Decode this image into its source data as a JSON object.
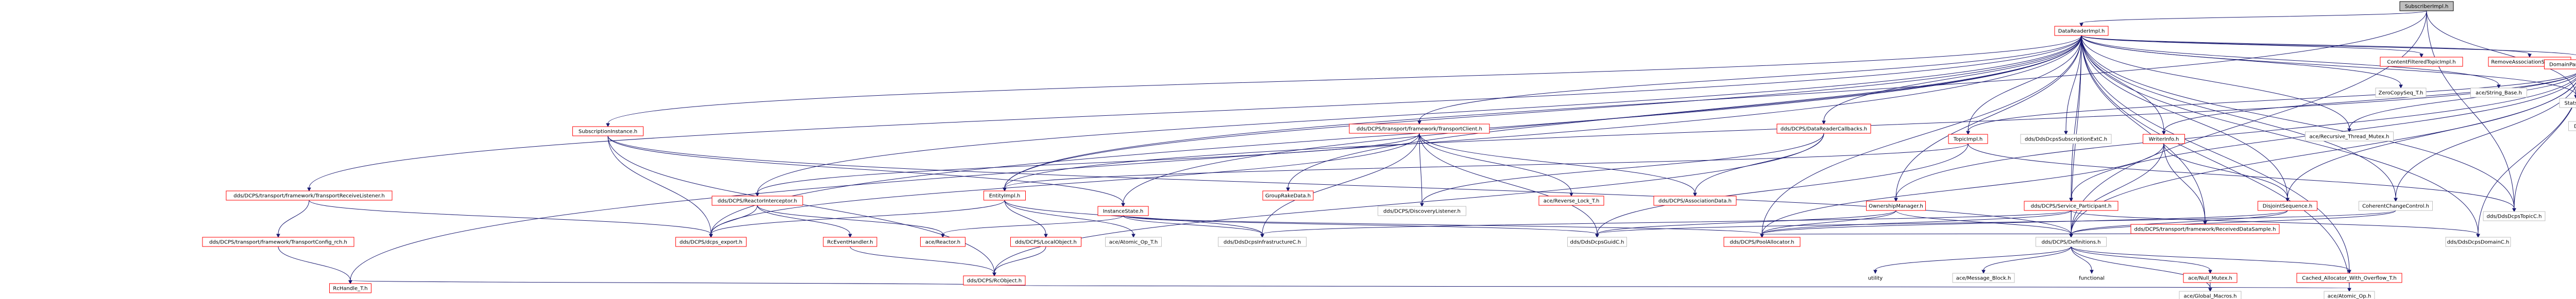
{
  "graph": {
    "root": "SubscriberImpl.h",
    "colors": {
      "root_fill": "#bfbfbf",
      "node_fill": "#ffffff",
      "node_stroke_linked": "#ff0000",
      "node_stroke_plain": "#bfbfbf",
      "node_stroke_root": "#000000",
      "text_linked": "#000000",
      "edge": "#191970"
    },
    "nodes": [
      {
        "id": "root",
        "label": "SubscriberImpl.h",
        "kind": "root"
      },
      {
        "id": "drimpl",
        "label": "DataReaderImpl.h",
        "kind": "linked"
      },
      {
        "id": "cftimpl",
        "label": "ContentFilteredTopicImpl.h",
        "kind": "linked"
      },
      {
        "id": "remassoc",
        "label": "RemoveAssociationSweeper.h",
        "kind": "linked"
      },
      {
        "id": "dpimpl",
        "label": "DomainParticipantImpl.h",
        "kind": "linked"
      },
      {
        "id": "zcseq",
        "label": "ZeroCopySeq_T.h",
        "kind": "plain"
      },
      {
        "id": "strbase",
        "label": "ace/String_Base.h",
        "kind": "plain"
      },
      {
        "id": "stats",
        "label": "Stats_T.h",
        "kind": "plain"
      },
      {
        "id": "datacol",
        "label": "DataCollector_T.h",
        "kind": "plain"
      },
      {
        "id": "subinst",
        "label": "SubscriptionInstance.h",
        "kind": "linked"
      },
      {
        "id": "transclient",
        "label": "dds/DCPS/transport/framework/TransportClient.h",
        "kind": "linked"
      },
      {
        "id": "drcb",
        "label": "dds/DCPS/DataReaderCallbacks.h",
        "kind": "linked"
      },
      {
        "id": "topicimpl",
        "label": "TopicImpl.h",
        "kind": "linked"
      },
      {
        "id": "subext",
        "label": "dds/DdsDcpsSubscriptionExtC.h",
        "kind": "plain"
      },
      {
        "id": "wrt",
        "label": "WriterInfo.h",
        "kind": "linked"
      },
      {
        "id": "recmutex",
        "label": "ace/Recursive_Thread_Mutex.h",
        "kind": "plain"
      },
      {
        "id": "trl",
        "label": "dds/DCPS/transport/framework/TransportReceiveListener.h",
        "kind": "linked"
      },
      {
        "id": "reactori",
        "label": "dds/DCPS/ReactorInterceptor.h",
        "kind": "linked"
      },
      {
        "id": "entity",
        "label": "EntityImpl.h",
        "kind": "linked"
      },
      {
        "id": "inst",
        "label": "InstanceState.h",
        "kind": "linked"
      },
      {
        "id": "grp",
        "label": "GroupRakeData.h",
        "kind": "linked"
      },
      {
        "id": "disclist",
        "label": "dds/DCPS/DiscoveryListener.h",
        "kind": "plain"
      },
      {
        "id": "revlock",
        "label": "ace/Reverse_Lock_T.h",
        "kind": "linked"
      },
      {
        "id": "assocdata",
        "label": "dds/DCPS/AssociationData.h",
        "kind": "linked"
      },
      {
        "id": "owner",
        "label": "OwnershipManager.h",
        "kind": "linked"
      },
      {
        "id": "svcpart",
        "label": "dds/DCPS/Service_Participant.h",
        "kind": "linked"
      },
      {
        "id": "rds",
        "label": "dds/DCPS/transport/framework/ReceivedDataSample.h",
        "kind": "linked"
      },
      {
        "id": "disjoint",
        "label": "DisjointSequence.h",
        "kind": "linked"
      },
      {
        "id": "coherent",
        "label": "CoherentChangeControl.h",
        "kind": "plain"
      },
      {
        "id": "topicc",
        "label": "dds/DdsDcpsTopicC.h",
        "kind": "plain"
      },
      {
        "id": "tcfg",
        "label": "dds/DCPS/transport/framework/TransportConfig_rch.h",
        "kind": "linked"
      },
      {
        "id": "export",
        "label": "dds/DCPS/dcps_export.h",
        "kind": "linked"
      },
      {
        "id": "rcevt",
        "label": "RcEventHandler.h",
        "kind": "linked"
      },
      {
        "id": "reactor",
        "label": "ace/Reactor.h",
        "kind": "linked"
      },
      {
        "id": "localobj",
        "label": "dds/DCPS/LocalObject.h",
        "kind": "linked"
      },
      {
        "id": "atomic",
        "label": "ace/Atomic_Op_T.h",
        "kind": "plain"
      },
      {
        "id": "infra",
        "label": "dds/DdsDcpsInfrastructureC.h",
        "kind": "plain"
      },
      {
        "id": "guid",
        "label": "dds/DdsDcpsGuidC.h",
        "kind": "plain"
      },
      {
        "id": "pool",
        "label": "dds/DCPS/PoolAllocator.h",
        "kind": "linked"
      },
      {
        "id": "defs",
        "label": "dds/DCPS/Definitions.h",
        "kind": "plain"
      },
      {
        "id": "domainc",
        "label": "dds/DdsDcpsDomainC.h",
        "kind": "plain"
      },
      {
        "id": "rcobj",
        "label": "dds/DCPS/RcObject.h",
        "kind": "linked"
      },
      {
        "id": "rchandle",
        "label": "RcHandle_T.h",
        "kind": "linked"
      },
      {
        "id": "utility",
        "label": "utility",
        "kind": "none"
      },
      {
        "id": "msgblock",
        "label": "ace/Message_Block.h",
        "kind": "plain"
      },
      {
        "id": "functional",
        "label": "functional",
        "kind": "none"
      },
      {
        "id": "nullmutex",
        "label": "ace/Null_Mutex.h",
        "kind": "linked"
      },
      {
        "id": "cached",
        "label": "Cached_Allocator_With_Overflow_T.h",
        "kind": "linked"
      },
      {
        "id": "globalmac",
        "label": "ace/Global_Macros.h",
        "kind": "plain"
      },
      {
        "id": "atomicop",
        "label": "ace/Atomic_Op.h",
        "kind": "plain"
      }
    ],
    "edges": [
      [
        "root",
        "drimpl"
      ],
      [
        "root",
        "entity"
      ],
      [
        "root",
        "stats"
      ],
      [
        "root",
        "defs"
      ],
      [
        "root",
        "topicc"
      ],
      [
        "drimpl",
        "cftimpl"
      ],
      [
        "drimpl",
        "remassoc"
      ],
      [
        "drimpl",
        "dpimpl"
      ],
      [
        "drimpl",
        "zcseq"
      ],
      [
        "drimpl",
        "strbase"
      ],
      [
        "drimpl",
        "stats"
      ],
      [
        "drimpl",
        "subinst"
      ],
      [
        "drimpl",
        "transclient"
      ],
      [
        "drimpl",
        "drcb"
      ],
      [
        "drimpl",
        "topicimpl"
      ],
      [
        "drimpl",
        "subext"
      ],
      [
        "drimpl",
        "wrt"
      ],
      [
        "drimpl",
        "recmutex"
      ],
      [
        "drimpl",
        "trl"
      ],
      [
        "drimpl",
        "reactori"
      ],
      [
        "drimpl",
        "entity"
      ],
      [
        "drimpl",
        "inst"
      ],
      [
        "drimpl",
        "grp"
      ],
      [
        "drimpl",
        "owner"
      ],
      [
        "drimpl",
        "svcpart"
      ],
      [
        "drimpl",
        "disjoint"
      ],
      [
        "drimpl",
        "coherent"
      ],
      [
        "drimpl",
        "topicc"
      ],
      [
        "drimpl",
        "rds"
      ],
      [
        "drimpl",
        "export"
      ],
      [
        "drimpl",
        "pool"
      ],
      [
        "drimpl",
        "defs"
      ],
      [
        "drimpl",
        "domainc"
      ],
      [
        "drimpl",
        "rchandle"
      ],
      [
        "drimpl",
        "cached"
      ],
      [
        "drimpl",
        "atomicop"
      ],
      [
        "dpimpl",
        "wrt"
      ],
      [
        "dpimpl",
        "topicimpl"
      ],
      [
        "dpimpl",
        "recmutex"
      ],
      [
        "dpimpl",
        "owner"
      ],
      [
        "dpimpl",
        "svcpart"
      ],
      [
        "dpimpl",
        "disjoint"
      ],
      [
        "dpimpl",
        "coherent"
      ],
      [
        "dpimpl",
        "defs"
      ],
      [
        "dpimpl",
        "domainc"
      ],
      [
        "dpimpl",
        "entity"
      ],
      [
        "dpimpl",
        "topicc"
      ],
      [
        "stats",
        "datacol"
      ],
      [
        "subinst",
        "inst"
      ],
      [
        "subinst",
        "export"
      ],
      [
        "subinst",
        "rcobj"
      ],
      [
        "subinst",
        "defs"
      ],
      [
        "transclient",
        "reactori"
      ],
      [
        "transclient",
        "revlock"
      ],
      [
        "transclient",
        "assocdata"
      ],
      [
        "transclient",
        "disclist"
      ],
      [
        "transclient",
        "export"
      ],
      [
        "transclient",
        "infra"
      ],
      [
        "transclient",
        "guid"
      ],
      [
        "drcb",
        "disclist"
      ],
      [
        "drcb",
        "assocdata"
      ],
      [
        "drcb",
        "rcobj"
      ],
      [
        "topicimpl",
        "entity"
      ],
      [
        "topicimpl",
        "topicc"
      ],
      [
        "topicimpl",
        "guid"
      ],
      [
        "wrt",
        "rds"
      ],
      [
        "wrt",
        "disjoint"
      ],
      [
        "wrt",
        "pool"
      ],
      [
        "wrt",
        "defs"
      ],
      [
        "trl",
        "tcfg"
      ],
      [
        "trl",
        "export"
      ],
      [
        "reactori",
        "rcevt"
      ],
      [
        "reactori",
        "reactor"
      ],
      [
        "reactori",
        "export"
      ],
      [
        "entity",
        "localobj"
      ],
      [
        "entity",
        "atomic"
      ],
      [
        "entity",
        "infra"
      ],
      [
        "entity",
        "export"
      ],
      [
        "inst",
        "reactor"
      ],
      [
        "inst",
        "infra"
      ],
      [
        "inst",
        "guid"
      ],
      [
        "inst",
        "pool"
      ],
      [
        "owner",
        "pool"
      ],
      [
        "owner",
        "guid"
      ],
      [
        "owner",
        "defs"
      ],
      [
        "svcpart",
        "pool"
      ],
      [
        "svcpart",
        "defs"
      ],
      [
        "svcpart",
        "domainc"
      ],
      [
        "svcpart",
        "infra"
      ],
      [
        "disjoint",
        "pool"
      ],
      [
        "disjoint",
        "defs"
      ],
      [
        "coherent",
        "defs"
      ],
      [
        "coherent",
        "guid"
      ],
      [
        "rds",
        "pool"
      ],
      [
        "tcfg",
        "rchandle"
      ],
      [
        "rcevt",
        "rcobj"
      ],
      [
        "localobj",
        "rcobj"
      ],
      [
        "rcobj",
        "rchandle"
      ],
      [
        "rcobj",
        "atomicop"
      ],
      [
        "defs",
        "utility"
      ],
      [
        "defs",
        "msgblock"
      ],
      [
        "defs",
        "functional"
      ],
      [
        "defs",
        "nullmutex"
      ],
      [
        "defs",
        "cached"
      ],
      [
        "defs",
        "globalmac"
      ],
      [
        "nullmutex",
        "globalmac"
      ],
      [
        "cached",
        "atomicop"
      ]
    ]
  }
}
